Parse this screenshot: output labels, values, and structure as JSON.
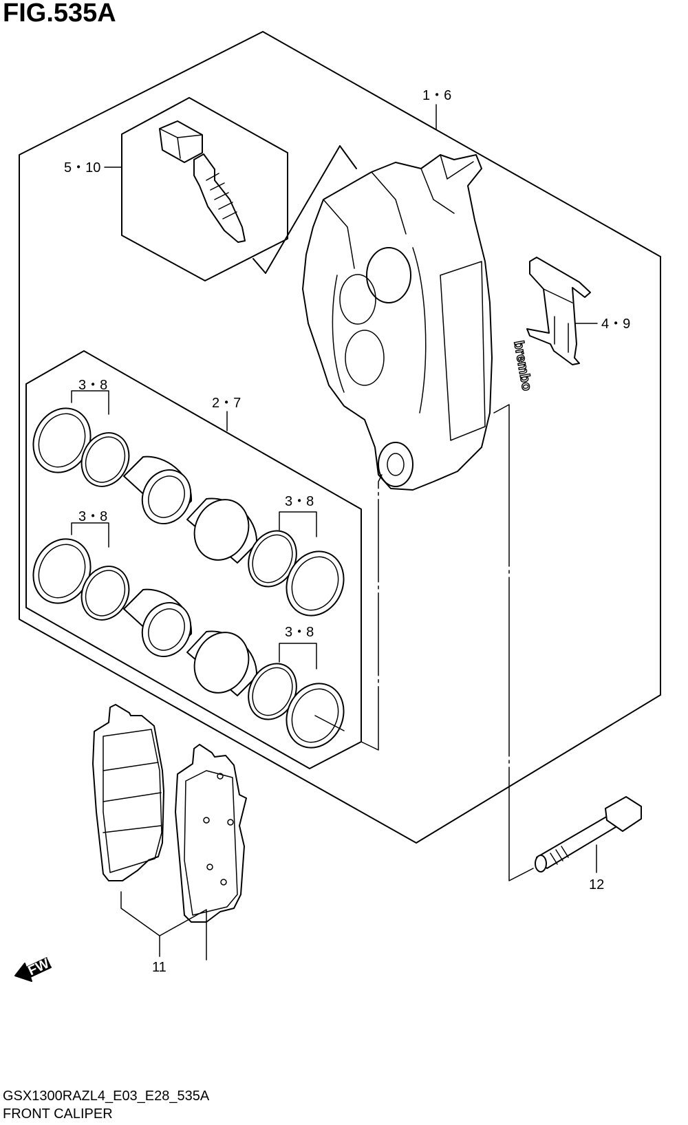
{
  "figure": {
    "title": "FIG.535A",
    "code": "GSX1300RAZL4_E03_E28_535A",
    "name": "FRONT CALIPER"
  },
  "callouts": {
    "c16": "1・6",
    "c510": "5・10",
    "c49": "4・9",
    "c27": "2・7",
    "c38a": "3・8",
    "c38b": "3・8",
    "c38c": "3・8",
    "c38d": "3・8",
    "c11": "11",
    "c12": "12"
  },
  "caliper_brand": "brembo",
  "fwd_label": "FWD",
  "icons": [
    "fwd-arrow-icon"
  ]
}
